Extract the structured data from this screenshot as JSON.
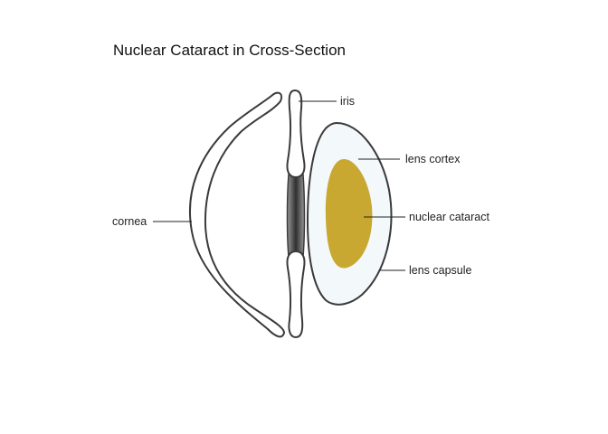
{
  "title": "Nuclear Cataract in Cross-Section",
  "labels": {
    "iris": "iris",
    "lens_cortex": "lens cortex",
    "cornea": "cornea",
    "nuclear_cataract": "nuclear cataract",
    "lens_capsule": "lens capsule"
  },
  "colors": {
    "outline": "#3a3a3a",
    "lens_cortex_fill": "#f3f8fb",
    "nucleus_fill": "#c9a832",
    "pupil_dark": "#2f2f2f",
    "leader_line": "#222222"
  }
}
